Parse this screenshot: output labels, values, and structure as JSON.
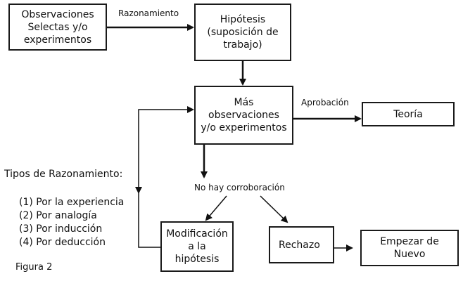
{
  "nodes": {
    "observations": "Observaciones\nSelectas y/o\nexperimentos",
    "hypothesis": "Hipótesis\n(suposición de\ntrabajo)",
    "more_observations": "Más\nobservaciones\ny/o experimentos",
    "theory": "Teoría",
    "modification": "Modificación\na la\nhipótesis",
    "rejection": "Rechazo",
    "start_over": "Empezar de\nNuevo"
  },
  "edge_labels": {
    "reasoning": "Razonamiento",
    "approval": "Aprobación",
    "no_corroboration": "No hay corroboración"
  },
  "reasoning_types": {
    "title": "Tipos de Razonamiento:",
    "items": [
      "(1) Por la experiencia",
      "(2) Por analogía",
      "(3) Por inducción",
      "(4) Por deducción"
    ]
  },
  "caption": "Figura 2"
}
